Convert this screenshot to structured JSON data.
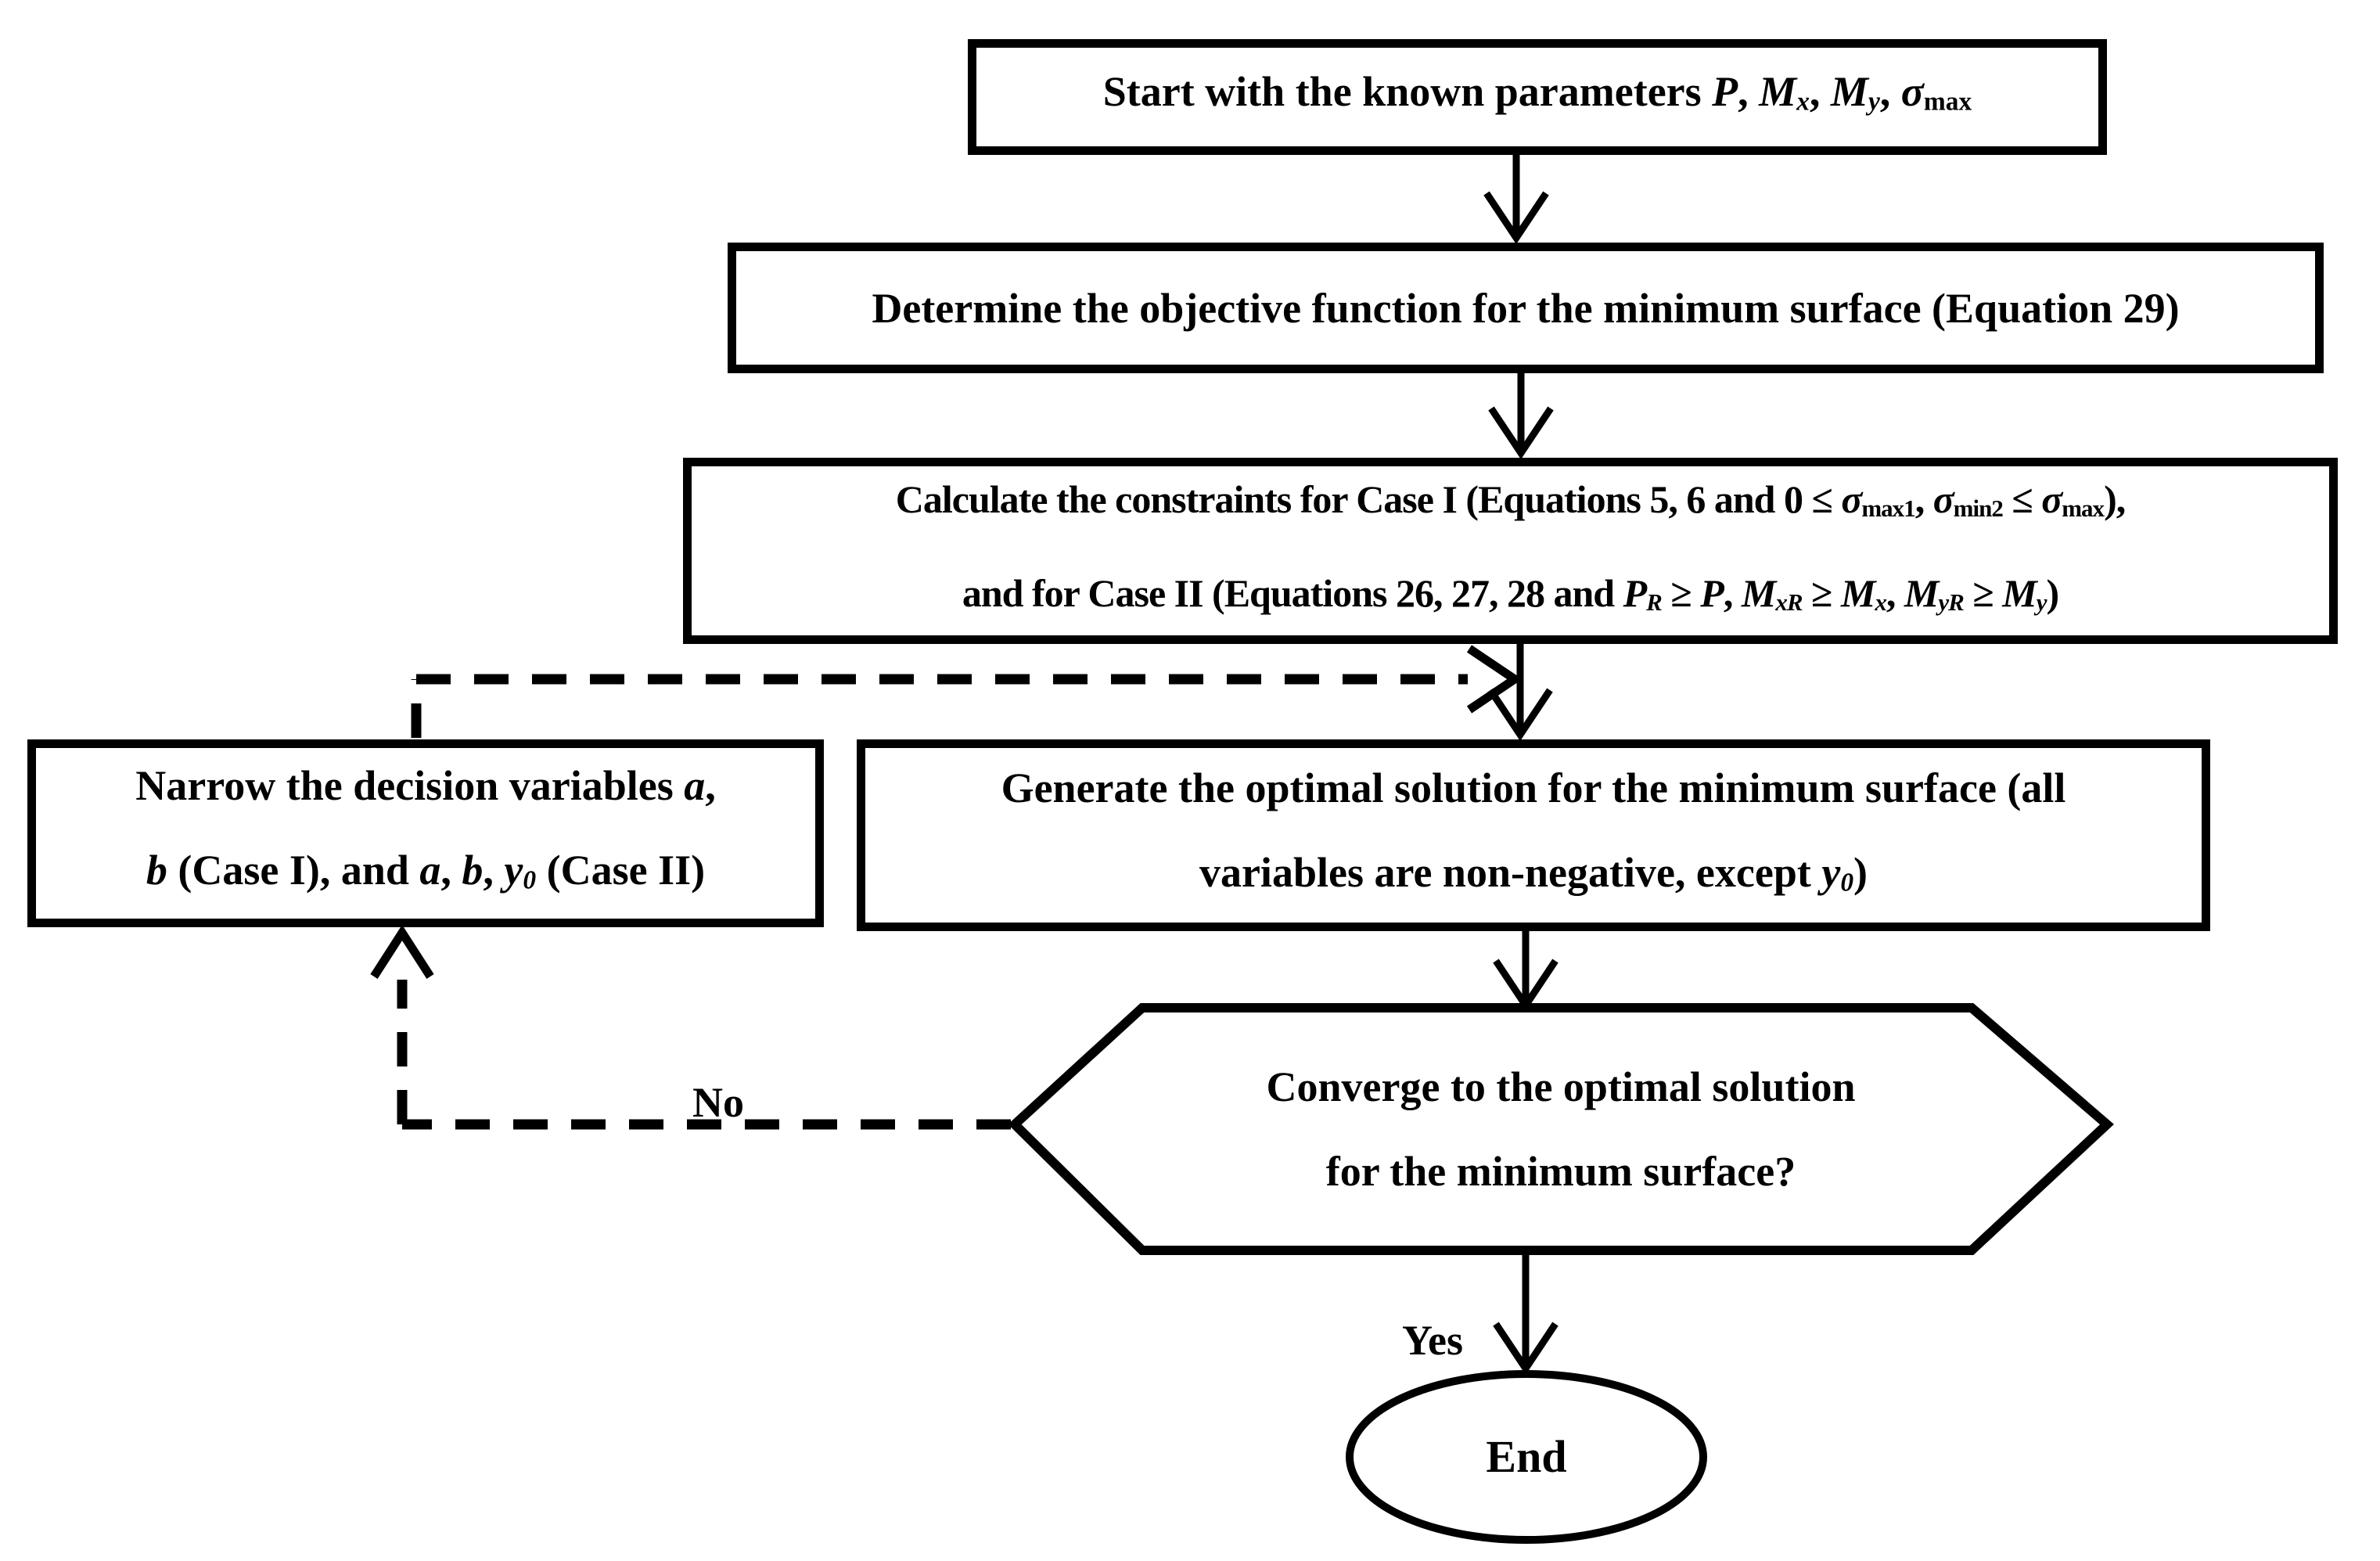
{
  "nodes": {
    "start": {
      "line1": [
        {
          "t": "Start with the known parameters "
        },
        {
          "t": "P",
          "i": true
        },
        {
          "t": ", "
        },
        {
          "t": "M",
          "i": true
        },
        {
          "t": "x",
          "i": true,
          "sub": true
        },
        {
          "t": ", "
        },
        {
          "t": "M",
          "i": true
        },
        {
          "t": "y",
          "i": true,
          "sub": true
        },
        {
          "t": ", "
        },
        {
          "t": "σ",
          "i": true
        },
        {
          "t": "max",
          "sub": true
        }
      ]
    },
    "objective": {
      "line1": [
        {
          "t": "Determine the objective function for the minimum surface (Equation 29)"
        }
      ]
    },
    "constraints": {
      "line1": [
        {
          "t": "Calculate the constraints for Case I (Equations 5, 6 and 0 ≤ "
        },
        {
          "t": "σ",
          "i": true
        },
        {
          "t": "max1",
          "sub": true
        },
        {
          "t": ", "
        },
        {
          "t": "σ",
          "i": true
        },
        {
          "t": "min2",
          "sub": true
        },
        {
          "t": " ≤ "
        },
        {
          "t": "σ",
          "i": true
        },
        {
          "t": "max",
          "sub": true
        },
        {
          "t": "),"
        }
      ],
      "line2": [
        {
          "t": "and for Case II (Equations 26, 27, 28 and "
        },
        {
          "t": "P",
          "i": true
        },
        {
          "t": "R",
          "sub": true,
          "i": true
        },
        {
          "t": " ≥ "
        },
        {
          "t": "P",
          "i": true
        },
        {
          "t": ", "
        },
        {
          "t": "M",
          "i": true
        },
        {
          "t": "xR",
          "sub": true,
          "i": true
        },
        {
          "t": " ≥ "
        },
        {
          "t": "M",
          "i": true
        },
        {
          "t": "x",
          "sub": true,
          "i": true
        },
        {
          "t": ", "
        },
        {
          "t": "M",
          "i": true
        },
        {
          "t": "yR",
          "sub": true,
          "i": true
        },
        {
          "t": " ≥ "
        },
        {
          "t": "M",
          "i": true
        },
        {
          "t": "y",
          "sub": true,
          "i": true
        },
        {
          "t": ")"
        }
      ]
    },
    "narrow": {
      "line1": [
        {
          "t": "Narrow the decision variables "
        },
        {
          "t": "a",
          "i": true
        },
        {
          "t": ","
        }
      ],
      "line2": [
        {
          "t": "b",
          "i": true
        },
        {
          "t": " (Case I), and "
        },
        {
          "t": "a",
          "i": true
        },
        {
          "t": ", "
        },
        {
          "t": "b",
          "i": true
        },
        {
          "t": ", "
        },
        {
          "t": "y",
          "i": true
        },
        {
          "t": "0",
          "sub": true,
          "i": true
        },
        {
          "t": " (Case II)"
        }
      ]
    },
    "generate": {
      "line1": [
        {
          "t": "Generate the optimal solution for the minimum surface (all"
        }
      ],
      "line2": [
        {
          "t": "variables are non-negative, except "
        },
        {
          "t": "y",
          "i": true
        },
        {
          "t": "0",
          "sub": true,
          "i": true
        },
        {
          "t": ")"
        }
      ]
    },
    "converge": {
      "line1": [
        {
          "t": "Converge to the optimal solution"
        }
      ],
      "line2": [
        {
          "t": "for the minimum surface?"
        }
      ]
    },
    "end": {
      "label": "End"
    }
  },
  "edges": {
    "no_label": "No",
    "yes_label": "Yes"
  },
  "colors": {
    "stroke": "#000000",
    "background": "#ffffff"
  }
}
